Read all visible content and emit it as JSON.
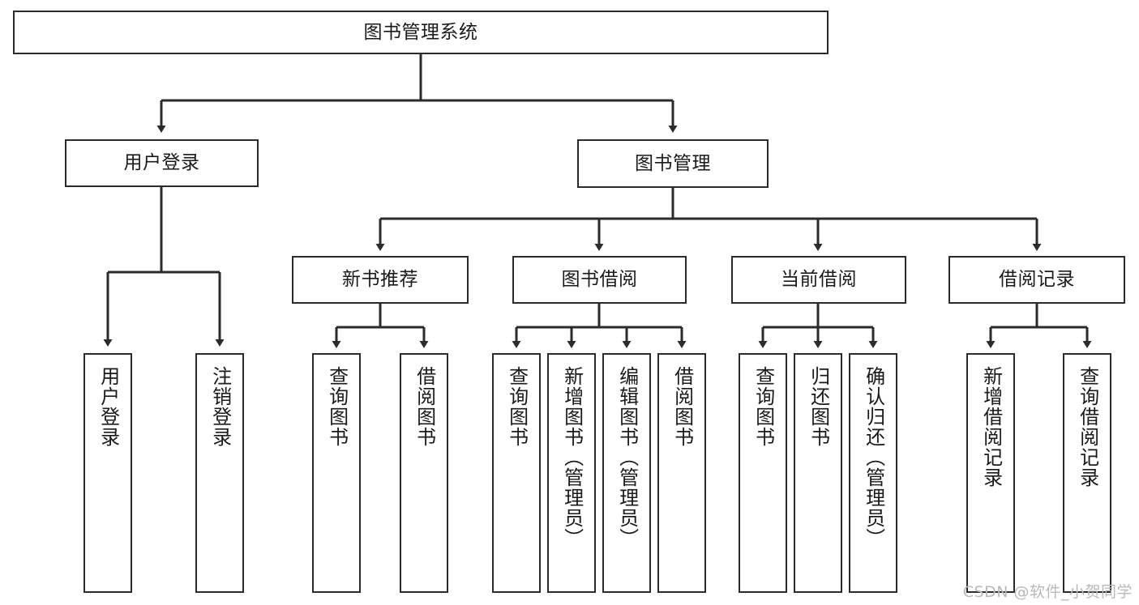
{
  "diagram": {
    "type": "tree-hierarchy-diagram",
    "title": "图书管理系统",
    "colors": {
      "background": "#ffffff",
      "box_border": "#2b2b2b",
      "box_fill": "#ffffff",
      "connector": "#2b2b2b",
      "text": "#1a1a1a",
      "watermark": "#b9b9b9"
    },
    "root": {
      "label": "图书管理系统"
    },
    "level2": [
      {
        "label": "用户登录"
      },
      {
        "label": "图书管理"
      }
    ],
    "level3": [
      {
        "label": "新书推荐"
      },
      {
        "label": "图书借阅"
      },
      {
        "label": "当前借阅"
      },
      {
        "label": "借阅记录"
      }
    ],
    "leaves": {
      "user_login": [
        {
          "label": "用户登录"
        },
        {
          "label": "注销登录"
        }
      ],
      "new_book_recommend": [
        {
          "label": "查询图书"
        },
        {
          "label": "借阅图书"
        }
      ],
      "book_borrow": [
        {
          "label": "查询图书"
        },
        {
          "label": "新增图书（管理员）"
        },
        {
          "label": "编辑图书（管理员）"
        },
        {
          "label": "借阅图书"
        }
      ],
      "current_borrow": [
        {
          "label": "查询图书"
        },
        {
          "label": "归还图书"
        },
        {
          "label": "确认归还（管理员）"
        }
      ],
      "borrow_record": [
        {
          "label": "新增借阅记录"
        },
        {
          "label": "查询借阅记录"
        }
      ]
    },
    "watermark": "CSDN @软件_小贺同学"
  }
}
